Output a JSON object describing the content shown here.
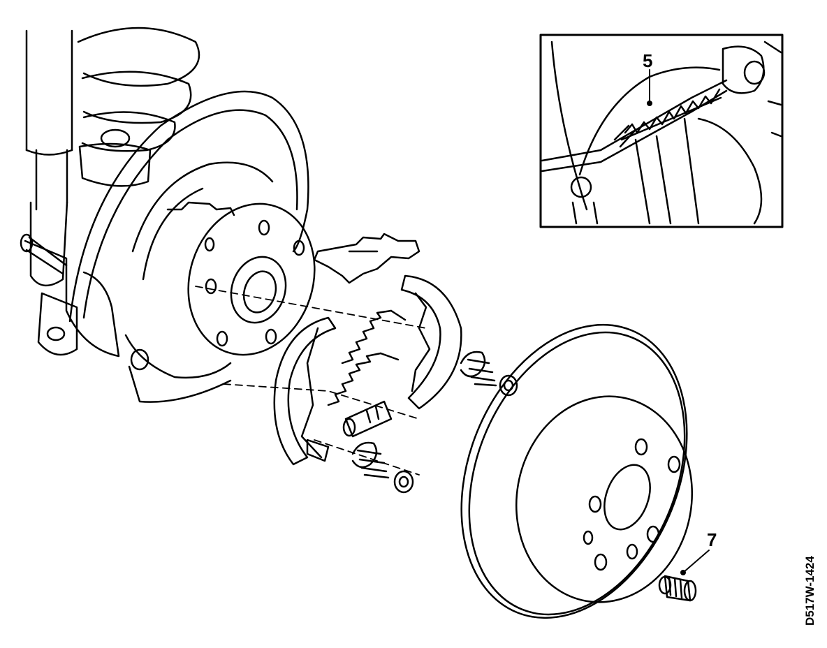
{
  "callouts": {
    "label_5": "5",
    "label_7": "7"
  },
  "drawing_reference": "D517W-1424",
  "colors": {
    "line": "#000000",
    "paper": "#ffffff"
  }
}
